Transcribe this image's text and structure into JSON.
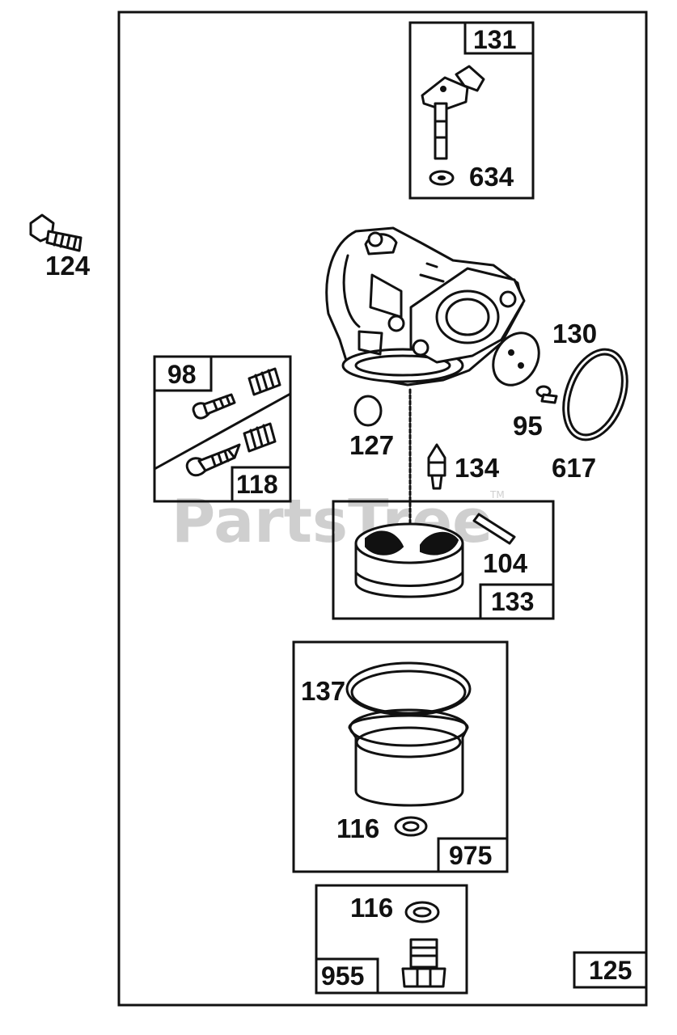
{
  "watermark": {
    "text": "PartsTree",
    "trademark": "TM"
  },
  "labels": {
    "p124": "124",
    "p131": "131",
    "p634": "634",
    "p130": "130",
    "p98": "98",
    "p118": "118",
    "p127": "127",
    "p134": "134",
    "p95": "95",
    "p617": "617",
    "p104": "104",
    "p133": "133",
    "p137": "137",
    "p116a": "116",
    "p975": "975",
    "p116b": "116",
    "p955": "955",
    "p125": "125"
  }
}
